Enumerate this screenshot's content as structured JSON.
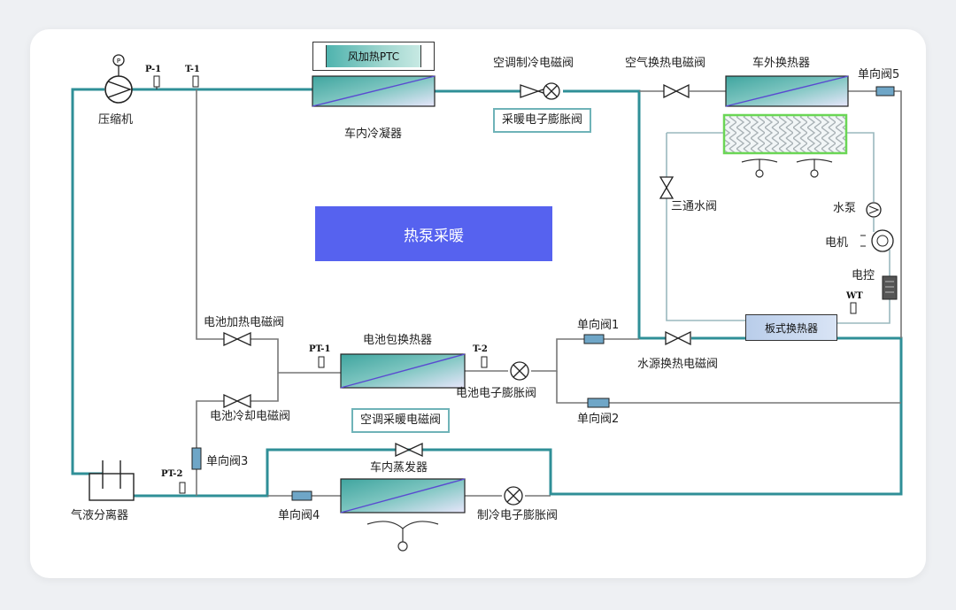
{
  "mode_label": "热泵采暖",
  "ptc_label": "风加热PTC",
  "labels": {
    "compressor": "压缩机",
    "condenser": "车内冷凝器",
    "ac_cool_valve": "空调制冷电磁阀",
    "heating_exv": "采暖电子膨胀阀",
    "air_hx_valve": "空气换热电磁阀",
    "outdoor_hx": "车外换热器",
    "check5": "单向阀5",
    "three_way": "三通水阀",
    "pump": "水泵",
    "motor": "电机",
    "ecu": "电控",
    "plate_hx": "板式换热器",
    "water_valve": "水源换热电磁阀",
    "check1": "单向阀1",
    "check2": "单向阀2",
    "battery_exv": "电池电子膨胀阀",
    "battery_hx": "电池包换热器",
    "battery_heat_valve": "电池加热电磁阀",
    "battery_cool_valve": "电池冷却电磁阀",
    "ac_heat_valve": "空调采暖电磁阀",
    "check3": "单向阀3",
    "accumulator": "气液分离器",
    "evaporator": "车内蒸发器",
    "check4": "单向阀4",
    "cool_exv": "制冷电子膨胀阀"
  },
  "sensors": {
    "p1": "P-1",
    "t1": "T-1",
    "pt1": "PT-1",
    "t2": "T-2",
    "pt2": "PT-2",
    "wt": "WT"
  },
  "colors": {
    "pipe_active": "#2f8f97",
    "pipe_inactive": "#666666",
    "water_loop": "#9ab8be",
    "banner": "#5662ef",
    "radiator_border": "#6ad655"
  }
}
